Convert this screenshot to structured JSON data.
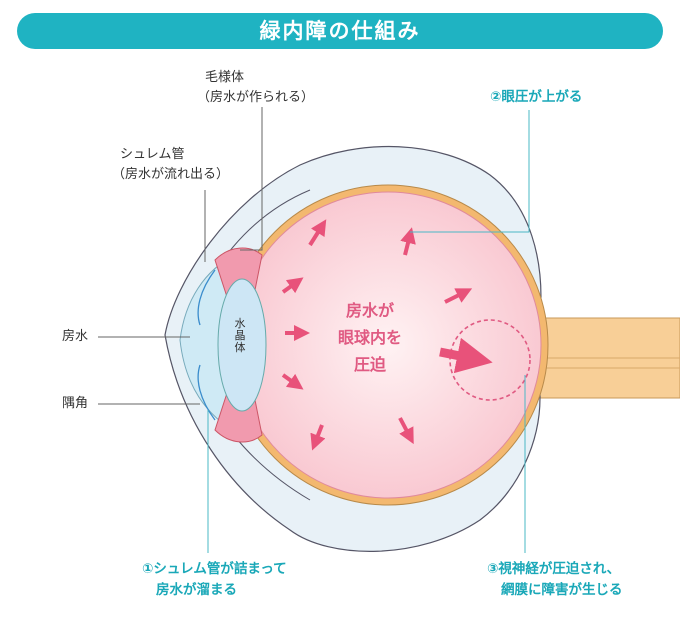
{
  "title": "緑内障の仕組み",
  "labels": {
    "ciliary_body": "毛様体",
    "ciliary_body_note": "（房水が作られる）",
    "schlemm": "シュレム管",
    "schlemm_note": "（房水が流れ出る）",
    "aqueous": "房水",
    "angle": "隅角",
    "lens": "水晶体"
  },
  "center_text": [
    "房水が",
    "眼球内を",
    "圧迫"
  ],
  "steps": {
    "step1": [
      "①シュレム管が詰まって",
      "房水が溜まる"
    ],
    "step2": "②眼圧が上がる",
    "step3": [
      "③視神経が圧迫され、",
      "網膜に障害が生じる"
    ]
  },
  "colors": {
    "accent": "#1fb3c2",
    "arrow": "#e8527a",
    "eye_inner": "#fbd9de",
    "nerve": "#f7c98a"
  }
}
